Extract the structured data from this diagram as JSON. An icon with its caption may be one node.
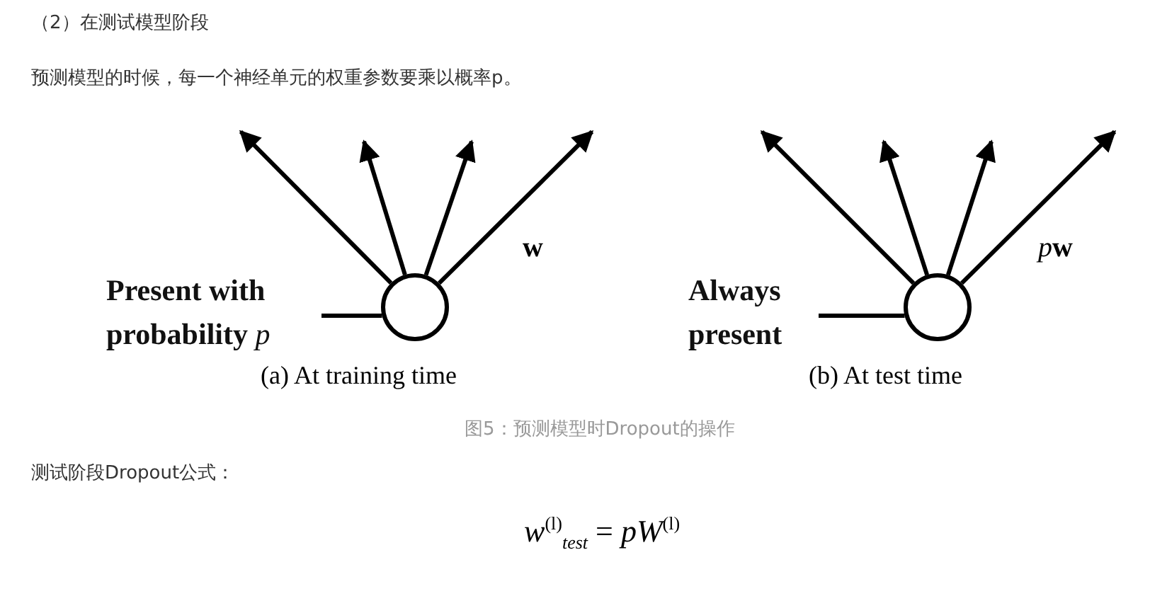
{
  "diagram": {
    "title": "（2）在测试模型阶段",
    "nodes": [
      {
        "text": [
          "Present with probability *p*"
        ]
      },
      {
        "text": [],
        "shape": "circle"
      },
      {
        "text": [
          "Always present"
        ]
      },
      {
        "text": [],
        "shape": "circle"
      }
    ],
    "edges": [
      {
        "from": 0,
        "to": 1,
        "arrow": "none"
      },
      {
        "from": 1,
        "to": null,
        "arrow": "to"
      },
      {
        "from": 1,
        "to": null,
        "arrow": "to"
      },
      {
        "from": 1,
        "to": null,
        "arrow": "to"
      },
      {
        "from": 1,
        "to": null,
        "arrow": "to"
      },
      {
        "from": 2,
        "to": 3,
        "arrow": "none"
      },
      {
        "from": 3,
        "to": null,
        "arrow": "to"
      },
      {
        "from": 3,
        "to": null,
        "arrow": "to"
      },
      {
        "from": 3,
        "to": null,
        "arrow": "to"
      },
      {
        "from": 3,
        "to": null,
        "arrow": "to"
      }
    ],
    "labels": [
      "预测模型的时候，每一个神经单元的权重参数要乘以概率p。",
      "w",
      "(a) At training time",
      "pw",
      "(b) At test time",
      "图5：预测模型时Dropout的操作",
      "测试阶段Dropout公式：",
      "*w*$^{(l)}$$_{test}$ = *pW*$^{(l)}$"
    ]
  }
}
